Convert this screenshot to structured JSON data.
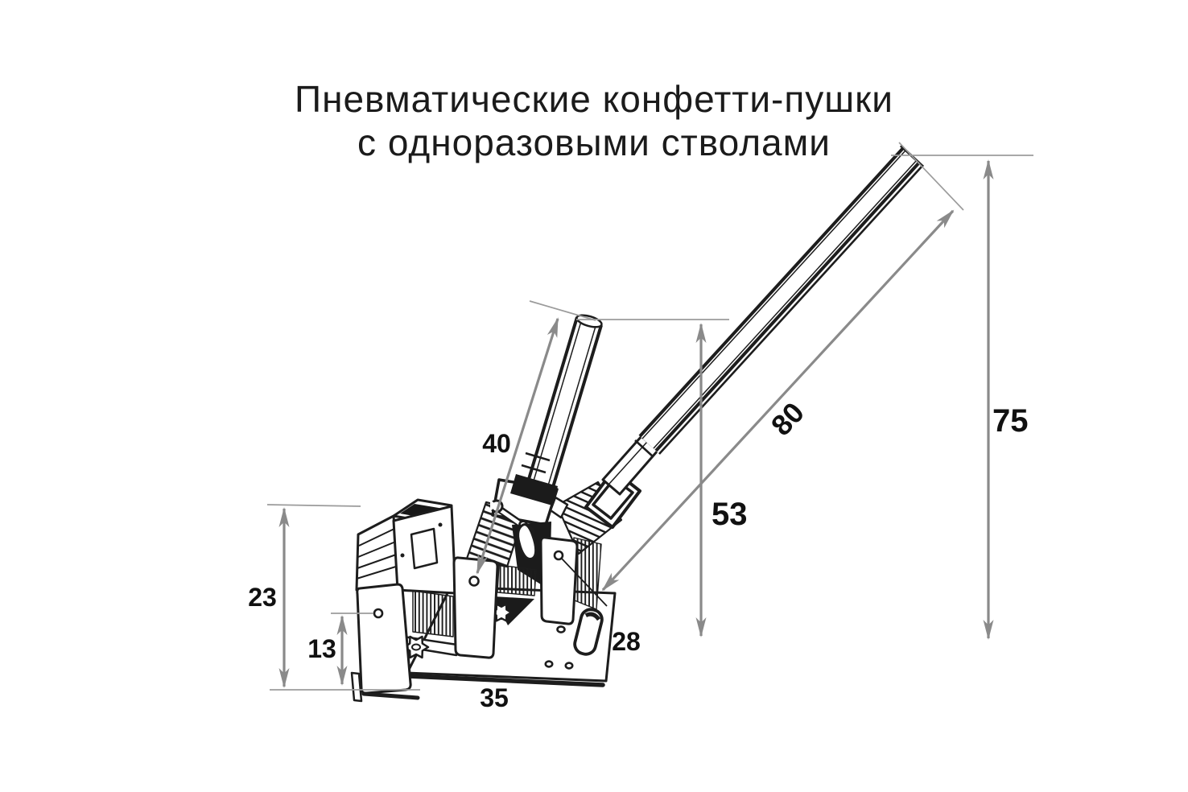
{
  "title": {
    "line1": "Пневматические конфетти-пушки",
    "line2": "с одноразовыми стволами"
  },
  "dimensions": {
    "small_barrel_length": "40",
    "large_barrel_length": "80",
    "overall_height": "75",
    "small_barrel_height": "53",
    "housing_height": "23",
    "mount_hole_height": "13",
    "base_depth": "28",
    "base_width": "35"
  },
  "colors": {
    "ink": "#1d1d1d",
    "dimension_line": "#8a8a8a",
    "extension_line": "#9b9b9b",
    "background": "#ffffff"
  }
}
